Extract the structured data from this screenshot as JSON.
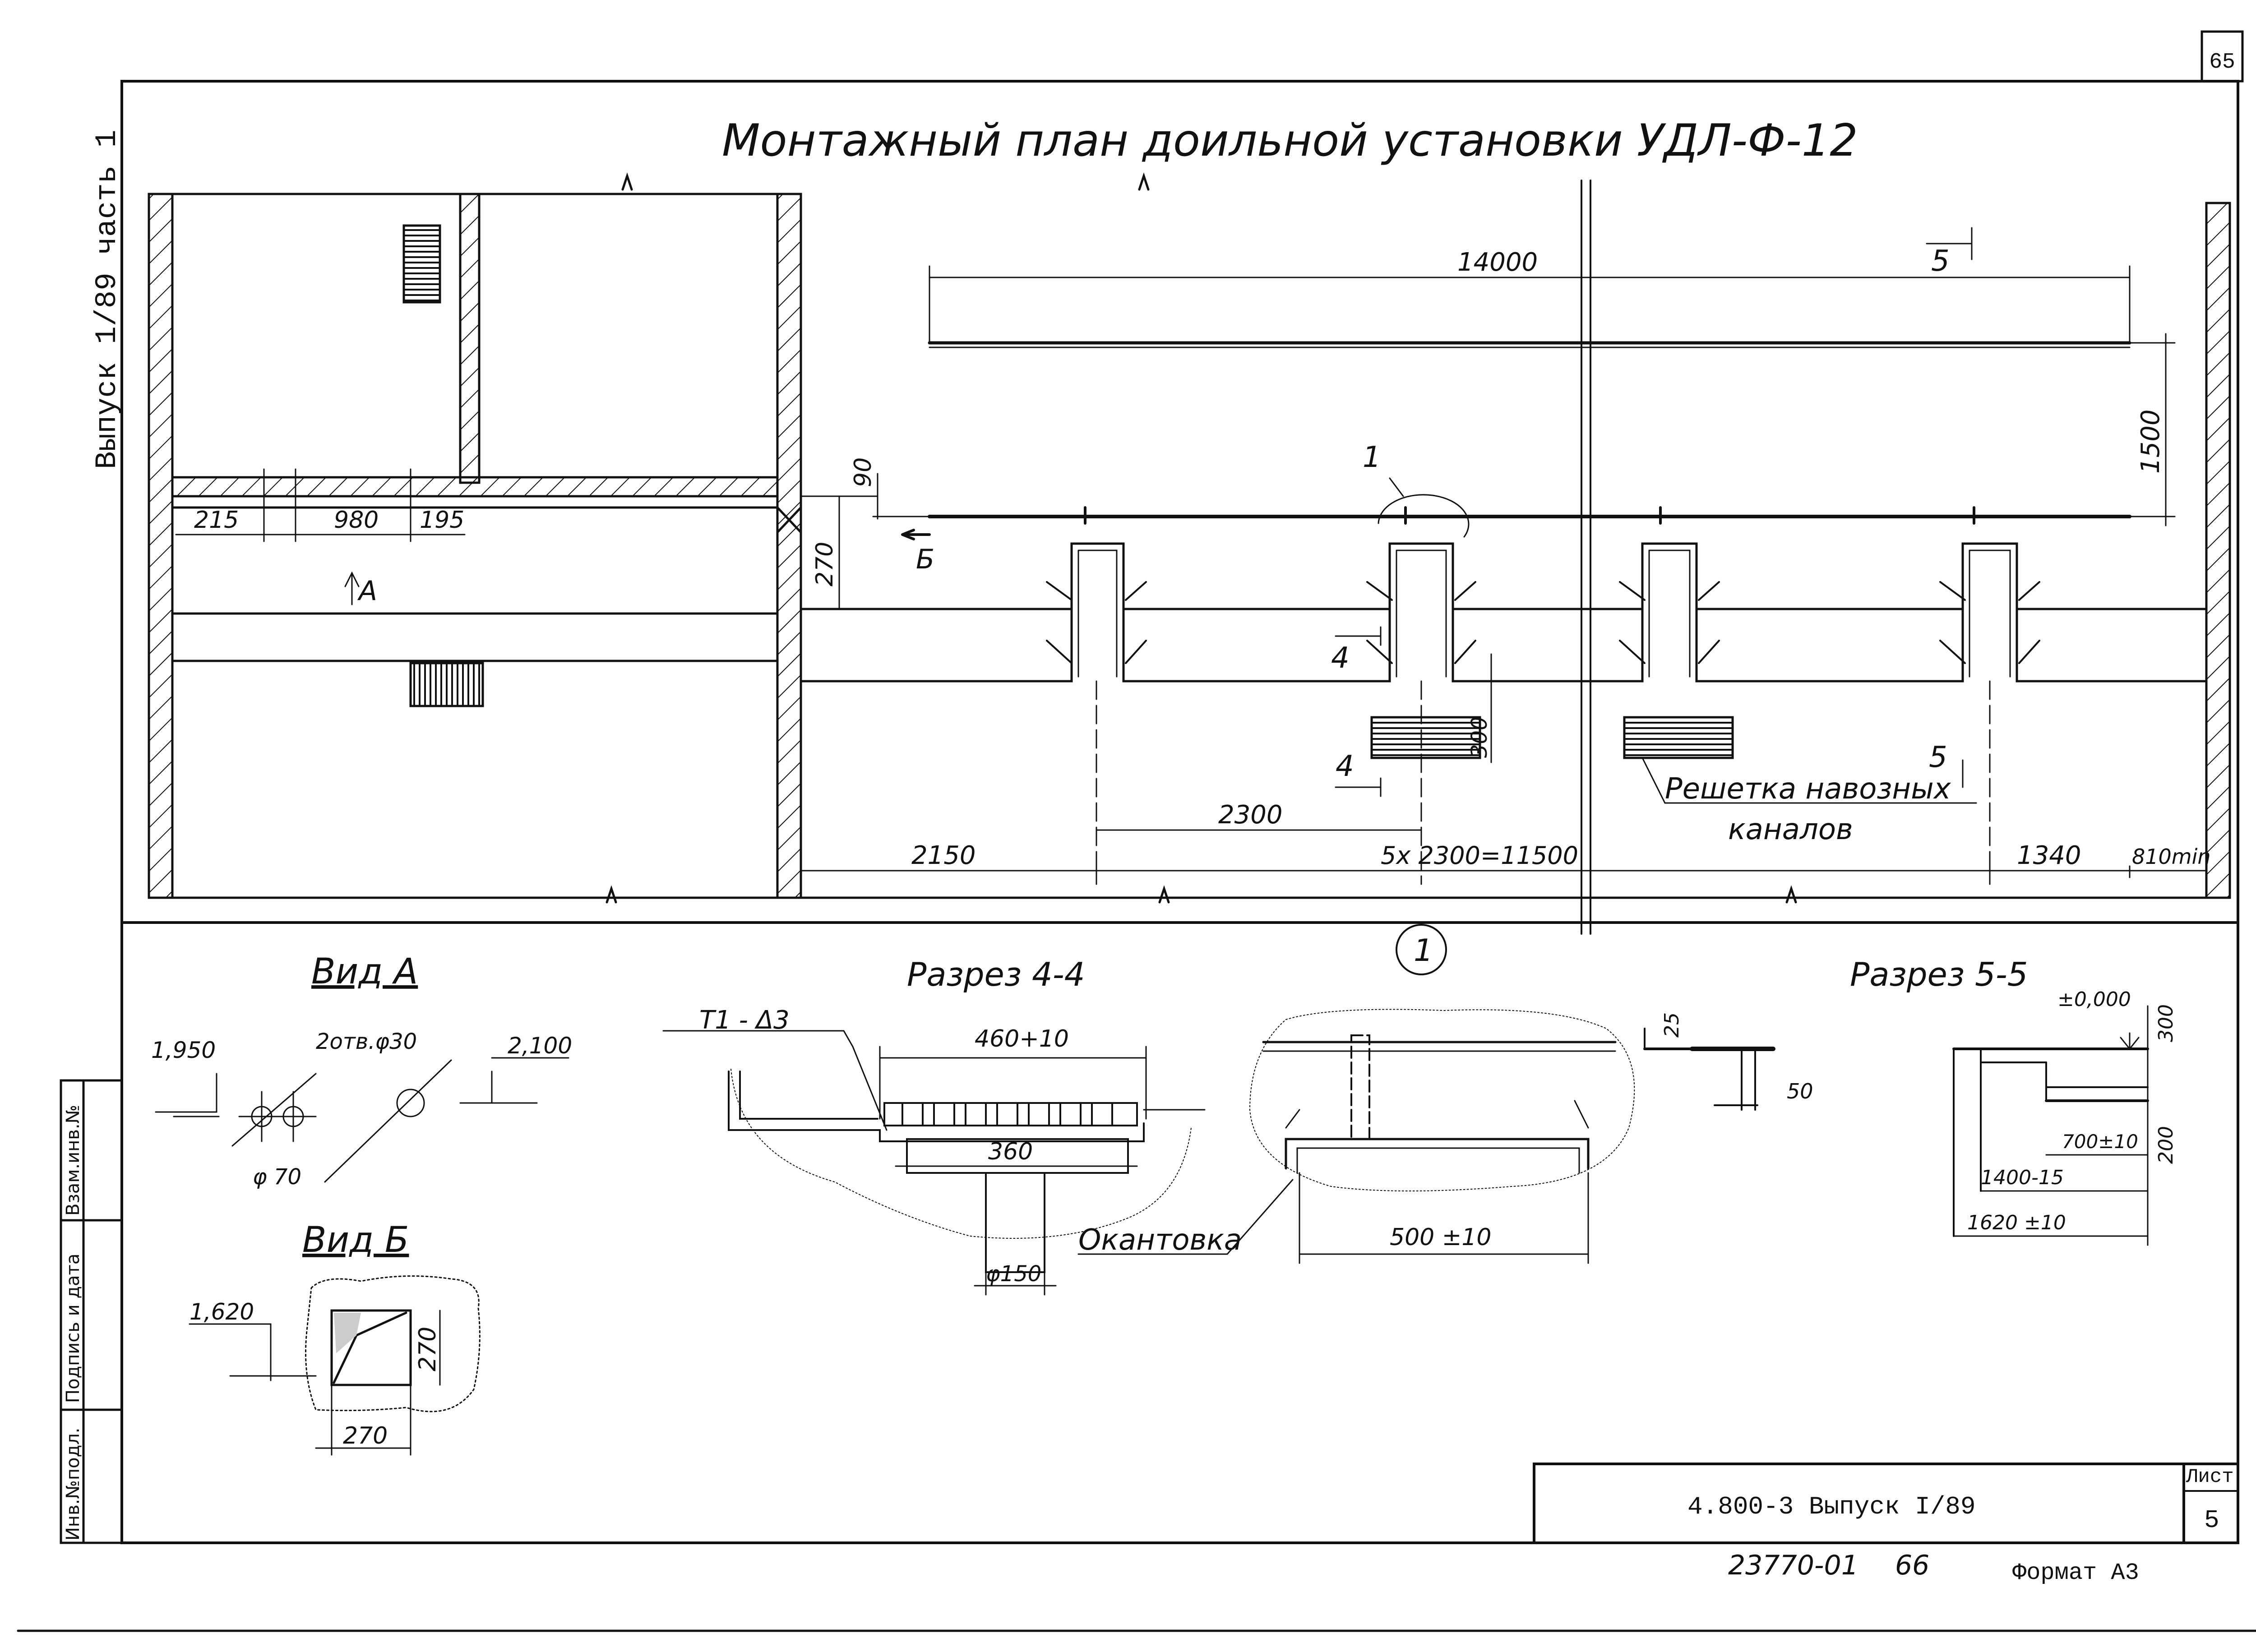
{
  "page_number": "65",
  "title": "Монтажный план доильной установки УДЛ-Ф-12",
  "side_label": "Выпуск 1/89 часть 1",
  "plan": {
    "dim_14000": "14000",
    "dim_1500": "1500",
    "dim_90": "90",
    "dim_270": "270",
    "dim_215": "215",
    "dim_980": "980",
    "dim_195": "195",
    "dim_300": "300",
    "dim_2300": "2300",
    "dim_2150": "2150",
    "dim_5x2300": "5х 2300=11500",
    "dim_1340": "1340",
    "dim_810": "810min",
    "callout_1": "1",
    "mark_A": "А",
    "mark_B": "Б",
    "mark_4a": "4",
    "mark_4b": "4",
    "mark_5a": "5",
    "mark_5b": "5",
    "grate_label_1": "Решетка навозных",
    "grate_label_2": "каналов"
  },
  "detail_callout": "1",
  "view_a": {
    "title": "Вид А",
    "elev_1": "1,950",
    "elev_2": "2,100",
    "holes": "2отв.φ30",
    "dia": "φ 70"
  },
  "view_b": {
    "title": "Вид Б",
    "elev": "1,620",
    "dim_h": "270",
    "dim_v": "270"
  },
  "section_44": {
    "title": "Разрез 4-4",
    "tag": "Т1 - Δ3",
    "dim_460": "460+10",
    "dim_360": "360",
    "dim_150": "φ150"
  },
  "detail_1": {
    "label": "Окантовка",
    "dim_500": "500 ±10"
  },
  "section_55": {
    "title": "Разрез 5-5",
    "elev": "±0,000",
    "dim_25": "25",
    "dim_50": "50",
    "dim_300": "300",
    "dim_200": "200",
    "dim_700": "700±10",
    "dim_1400": "1400-15",
    "dim_1620": "1620 ±10"
  },
  "side_stamp": [
    "Инв.№подл.",
    "Подпись и дата",
    "Взам.инв.№"
  ],
  "title_block": {
    "code": "4.800-3   Выпуск I/89",
    "sheet_label": "Лист",
    "sheet_number": "5"
  },
  "footer": {
    "archive": "23770-01",
    "page": "66",
    "format": "Формат А3"
  }
}
